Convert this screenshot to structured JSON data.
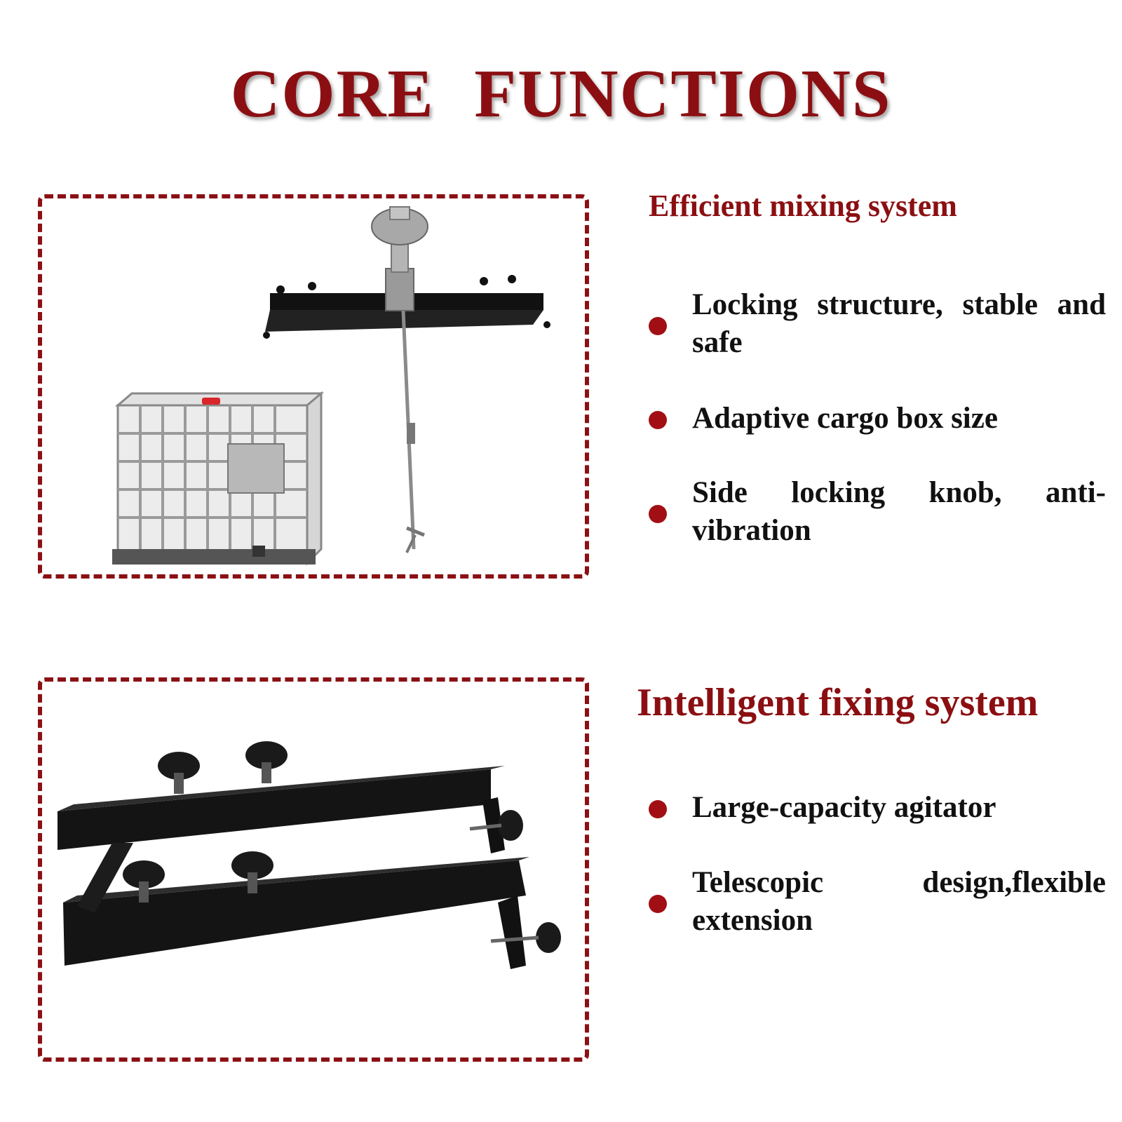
{
  "title": "CORE FUNCTIONS",
  "sections": [
    {
      "heading": "Efficient mixing system",
      "bullets": [
        "Locking structure, stable and safe",
        "Adaptive cargo box size",
        "Side locking knob, anti-vibration"
      ]
    },
    {
      "heading": "Intelligent fixing system",
      "bullets": [
        "Large-capacity agitator",
        "Telescopic design,flexible extension"
      ]
    }
  ],
  "colors": {
    "accent": "#8b0f12",
    "bullet": "#a10f14",
    "text": "#111111",
    "background": "#ffffff"
  }
}
